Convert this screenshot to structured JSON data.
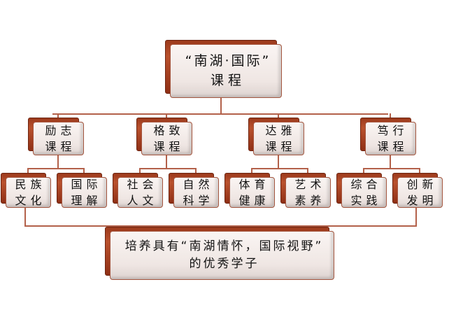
{
  "root": {
    "line1": "“南湖·国际”",
    "line2": "课程"
  },
  "categories": [
    {
      "line1": "励志",
      "line2": "课程",
      "children": [
        {
          "line1": "民族",
          "line2": "文化"
        },
        {
          "line1": "国际",
          "line2": "理解"
        }
      ]
    },
    {
      "line1": "格致",
      "line2": "课程",
      "children": [
        {
          "line1": "社会",
          "line2": "人文"
        },
        {
          "line1": "自然",
          "line2": "科学"
        }
      ]
    },
    {
      "line1": "达雅",
      "line2": "课程",
      "children": [
        {
          "line1": "体育",
          "line2": "健康"
        },
        {
          "line1": "艺术",
          "line2": "素养"
        }
      ]
    },
    {
      "line1": "笃行",
      "line2": "课程",
      "children": [
        {
          "line1": "综合",
          "line2": "实践"
        },
        {
          "line1": "创新",
          "line2": "发明"
        }
      ]
    }
  ],
  "goal": {
    "line1": "培养具有“南湖情怀，国际视野”",
    "line2": "的优秀学子"
  }
}
